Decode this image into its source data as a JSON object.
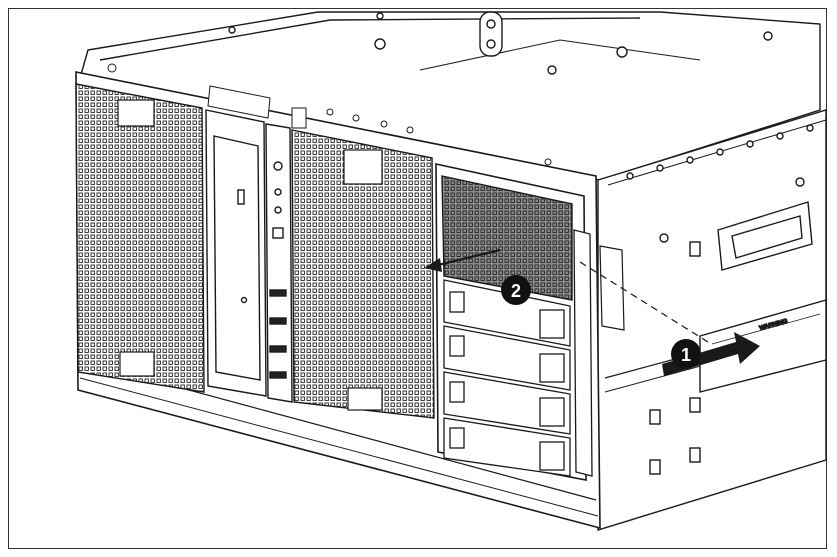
{
  "figure": {
    "callouts": [
      {
        "number": "1",
        "action": "pull-latch"
      },
      {
        "number": "2",
        "action": "remove-drive-cage"
      }
    ],
    "label_warning": "WARNING"
  },
  "colors": {
    "line": "#1a1a1a",
    "highlight": "#8c8c8c",
    "callout_fill": "#111111",
    "background": "#ffffff"
  },
  "icons": [
    "arrow-right-icon",
    "arrow-left-icon"
  ]
}
